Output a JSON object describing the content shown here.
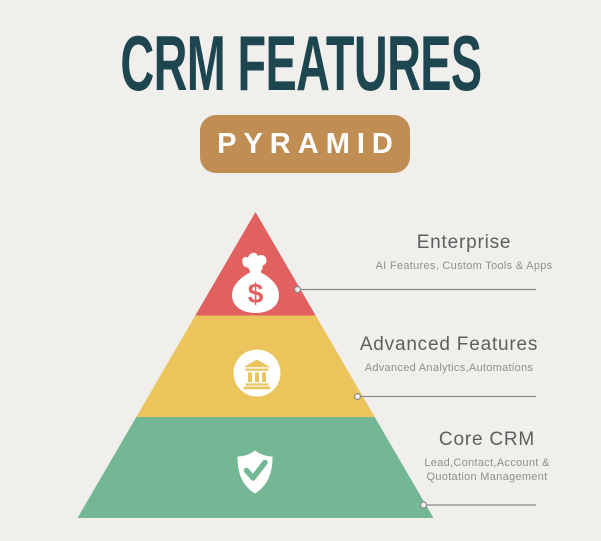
{
  "header": {
    "title": "CRM FEATURES",
    "badge": "PYRAMID",
    "title_color": "#1d4650",
    "badge_bg": "#c08d52",
    "badge_text_color": "#ffffff"
  },
  "background_color": "#f0efec",
  "connector_color": "#8a8a8a",
  "icon_color": "#ffffff",
  "icons": {
    "dollar_symbol": "$"
  },
  "tiers": [
    {
      "name": "Enterprise",
      "description": [
        "AI Features, Custom Tools & Apps"
      ],
      "color": "#e06160",
      "icon": "money-bag-icon"
    },
    {
      "name": "Advanced Features",
      "description": [
        "Advanced Analytics,Automations"
      ],
      "color": "#ecc45c",
      "icon": "bank-icon"
    },
    {
      "name": "Core CRM",
      "description": [
        "Lead,Contact,Account &",
        "Quotation Management"
      ],
      "color": "#74b795",
      "icon": "shield-check-icon"
    }
  ]
}
